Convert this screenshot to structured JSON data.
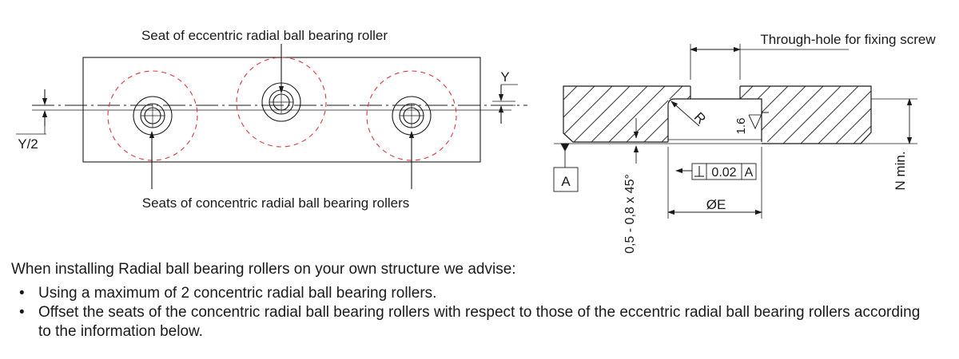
{
  "left_view": {
    "label_eccentric": "Seat of eccentric radial ball bearing roller",
    "label_concentric": "Seats of concentric radial ball bearing rollers",
    "dim_y": "Y",
    "dim_y_half": "Y/2"
  },
  "section_view": {
    "label_through_hole": "Through-hole for fixing screw",
    "label_r": "R",
    "roughness": "1.6",
    "tolerance_value": "0.02",
    "tolerance_datum": "A",
    "datum_box": "A",
    "dim_e": "ØE",
    "dim_n": "N min.",
    "chamfer": "0,5 - 0,8 x 45°"
  },
  "note": {
    "intro": "When installing Radial ball bearing rollers on your own structure we advise:",
    "bullets": [
      "Using a maximum of 2 concentric radial ball bearing rollers.",
      "Offset the seats of the concentric radial ball bearing rollers with respect to those of the eccentric radial ball bearing rollers according to the information below."
    ],
    "bullet_symbol": "•"
  },
  "colors": {
    "line": "#1a1a1a",
    "dashed_circle": "#d9363e",
    "hatch": "#333333"
  }
}
